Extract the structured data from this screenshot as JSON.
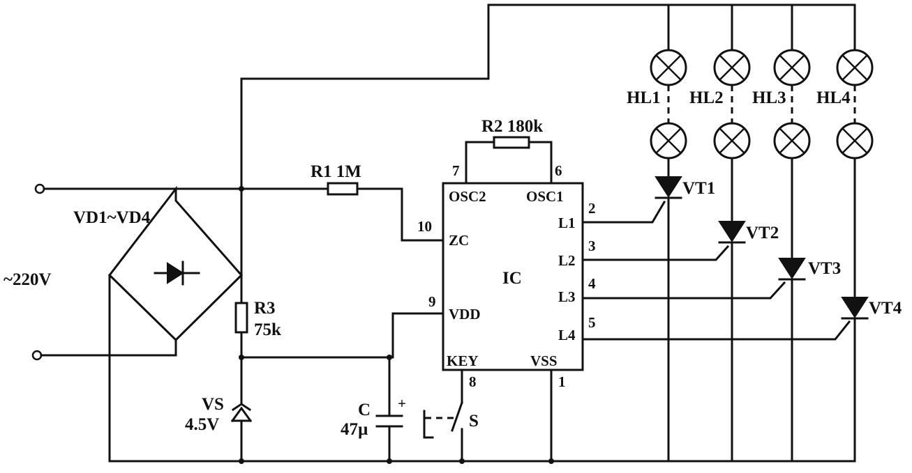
{
  "labels": {
    "supply": "~220V",
    "bridge": "VD1~VD4",
    "r1": "R1 1M",
    "r2": "R2 180k",
    "r3_name": "R3",
    "r3_value": "75k",
    "vs_name": "VS",
    "vs_value": "4.5V",
    "c_name": "C",
    "c_value": "47µ",
    "c_plus": "+",
    "switch": "S",
    "ic": "IC"
  },
  "ic_pins": {
    "osc2": "OSC2",
    "osc1": "OSC1",
    "zc": "ZC",
    "vdd": "VDD",
    "key": "KEY",
    "vss": "VSS",
    "l1": "L1",
    "l2": "L2",
    "l3": "L3",
    "l4": "L4"
  },
  "pin_numbers": {
    "p7": "7",
    "p6": "6",
    "p10": "10",
    "p9": "9",
    "p8": "8",
    "p1": "1",
    "p2": "2",
    "p3": "3",
    "p4": "4",
    "p5": "5"
  },
  "lamps": [
    "HL1",
    "HL2",
    "HL3",
    "HL4"
  ],
  "thyristors": [
    "VT1",
    "VT2",
    "VT3",
    "VT4"
  ]
}
